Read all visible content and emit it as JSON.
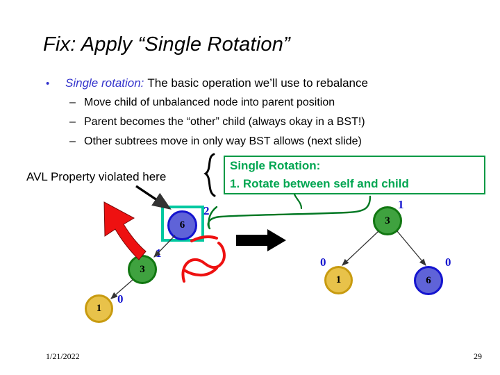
{
  "slide": {
    "title": "Fix: Apply “Single Rotation”",
    "footer_date": "1/21/2022",
    "footer_page": "29"
  },
  "bullets": {
    "level1": {
      "marker": "•",
      "emphasis": "Single rotation:",
      "text": "The basic operation we’ll use to rebalance"
    },
    "level2": [
      {
        "marker": "–",
        "text": "Move child of unbalanced node into parent position"
      },
      {
        "marker": "–",
        "text": "Parent becomes the “other” child (always okay in a BST!)"
      },
      {
        "marker": "–",
        "text": "Other subtrees move in only way BST allows (next slide)"
      }
    ]
  },
  "callout": {
    "line1": "Single Rotation:",
    "line2": "1. Rotate between self and child",
    "border_color": "#009944",
    "text_color": "#00a651"
  },
  "annotation": {
    "avl_note": "AVL Property violated here"
  },
  "diagram": {
    "left_tree": {
      "nodes": [
        {
          "id": "left-root",
          "value": "6",
          "balance": "2",
          "color": "blue",
          "selected": "true"
        },
        {
          "id": "left-mid",
          "value": "3",
          "balance": "1",
          "color": "green",
          "selected": "false"
        },
        {
          "id": "left-leaf",
          "value": "1",
          "balance": "0",
          "color": "gold",
          "selected": "false"
        }
      ]
    },
    "right_tree": {
      "nodes": [
        {
          "id": "right-root",
          "value": "3",
          "balance": "1",
          "color": "green",
          "selected": "false"
        },
        {
          "id": "right-left",
          "value": "1",
          "balance": "0",
          "color": "gold",
          "selected": "false"
        },
        {
          "id": "right-right",
          "value": "6",
          "balance": "0",
          "color": "blue",
          "selected": "false"
        }
      ]
    },
    "colors": {
      "node_blue": "#5f63d8",
      "node_green": "#3fa23f",
      "node_gold": "#e8c24a",
      "balance_label": "#1414cf",
      "selection_box": "#00c8a0",
      "red_arrow": "#ee1111",
      "green_connector": "#007722"
    }
  }
}
